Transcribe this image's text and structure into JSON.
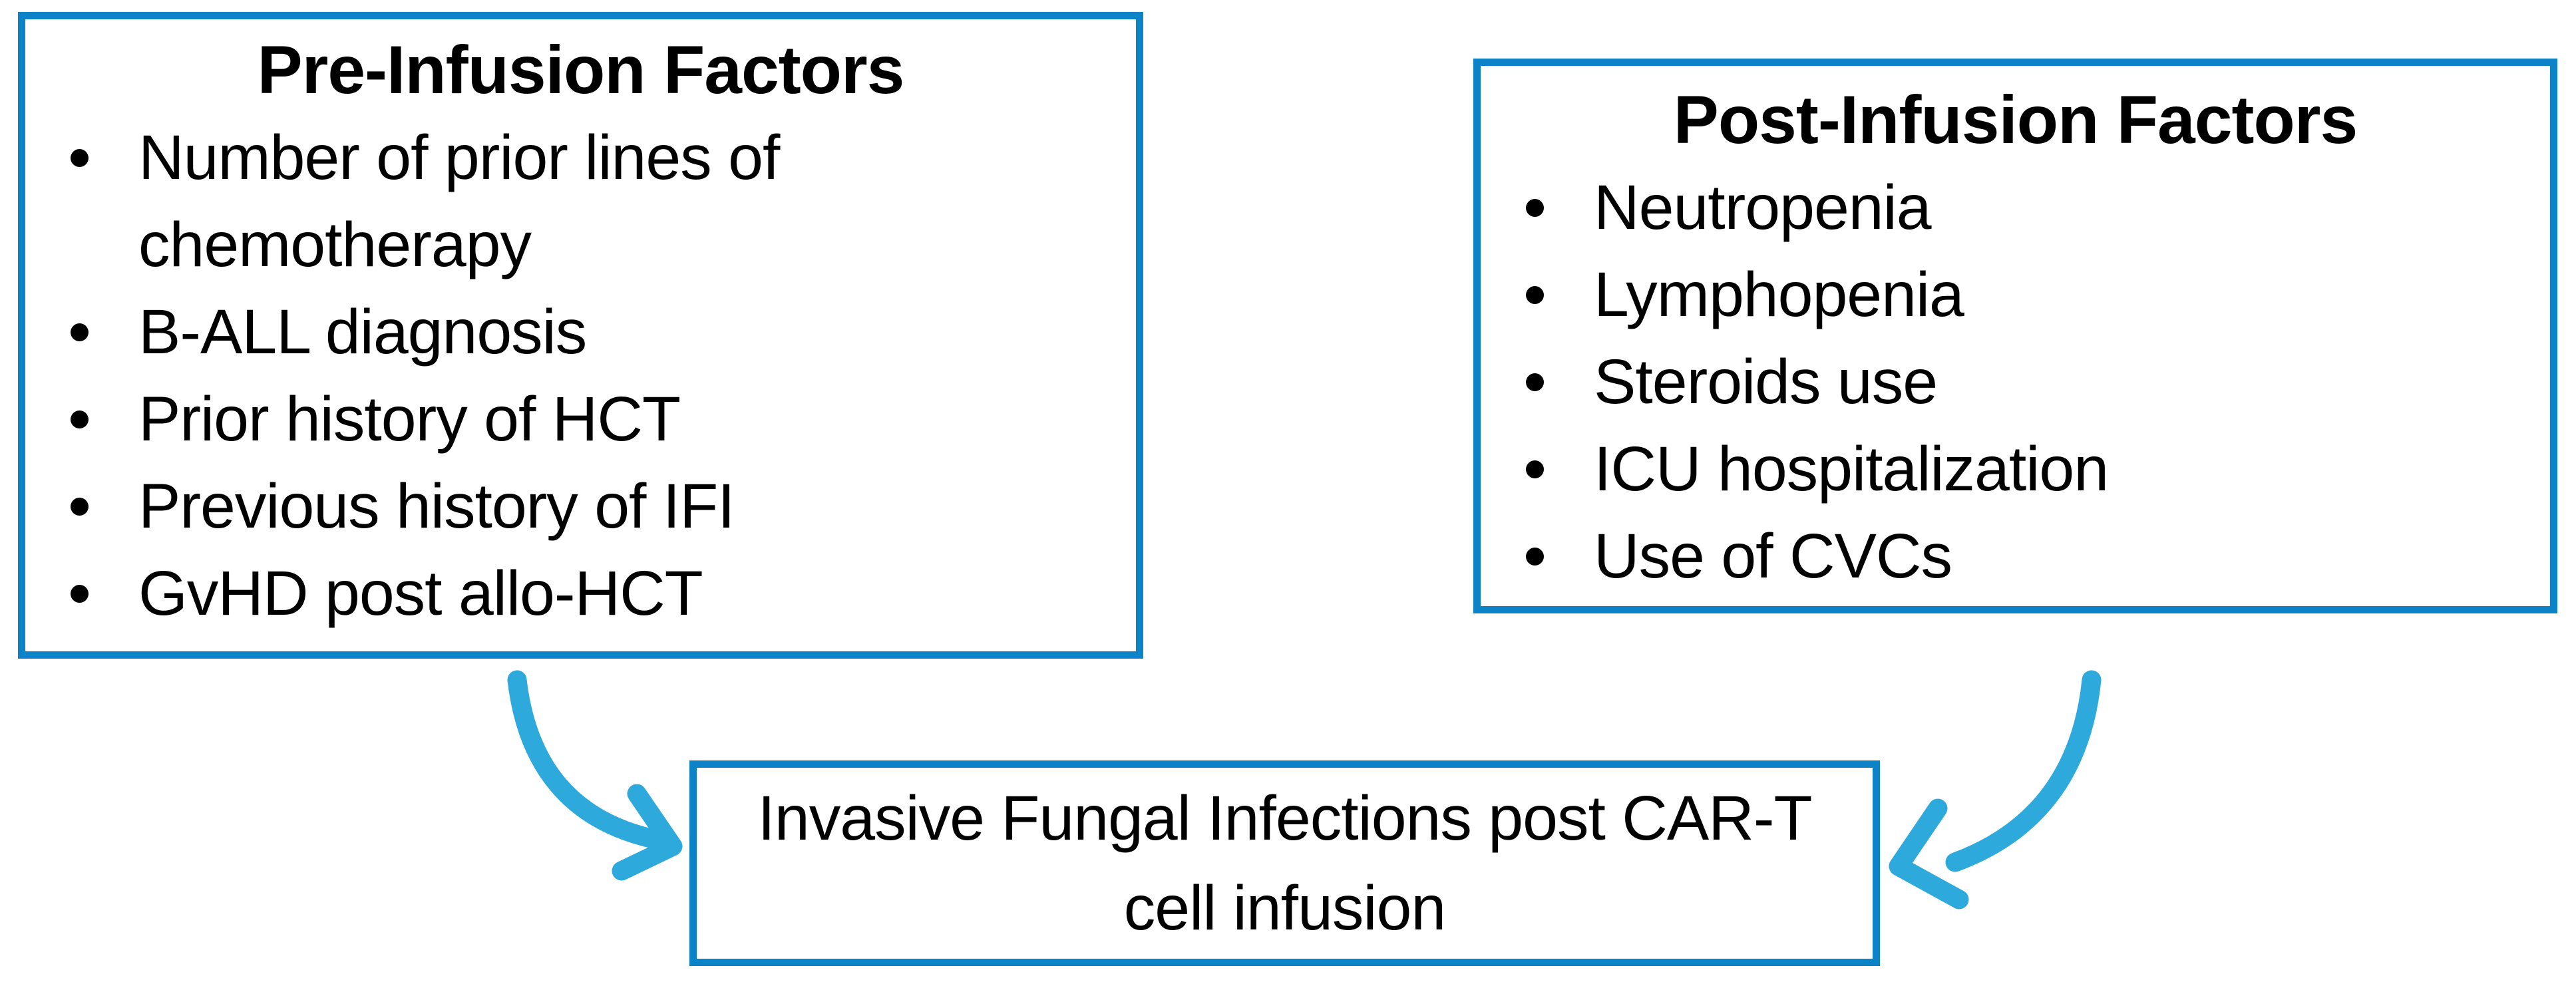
{
  "pre_box": {
    "title": "Pre-Infusion Factors",
    "items": [
      "Number of prior lines of chemotherapy",
      "B-ALL diagnosis",
      "Prior history of HCT",
      "Previous history of IFI",
      "GvHD post allo-HCT"
    ]
  },
  "post_box": {
    "title": "Post-Infusion Factors",
    "items": [
      "Neutropenia",
      "Lymphopenia",
      "Steroids use",
      "ICU hospitalization",
      "Use of CVCs"
    ]
  },
  "outcome_box": {
    "text": "Invasive Fungal Infections post CAR-T cell infusion"
  },
  "colors": {
    "box_border": "#0b83c6",
    "arrow": "#2ea9dc",
    "text": "#000000",
    "background": "#ffffff"
  }
}
